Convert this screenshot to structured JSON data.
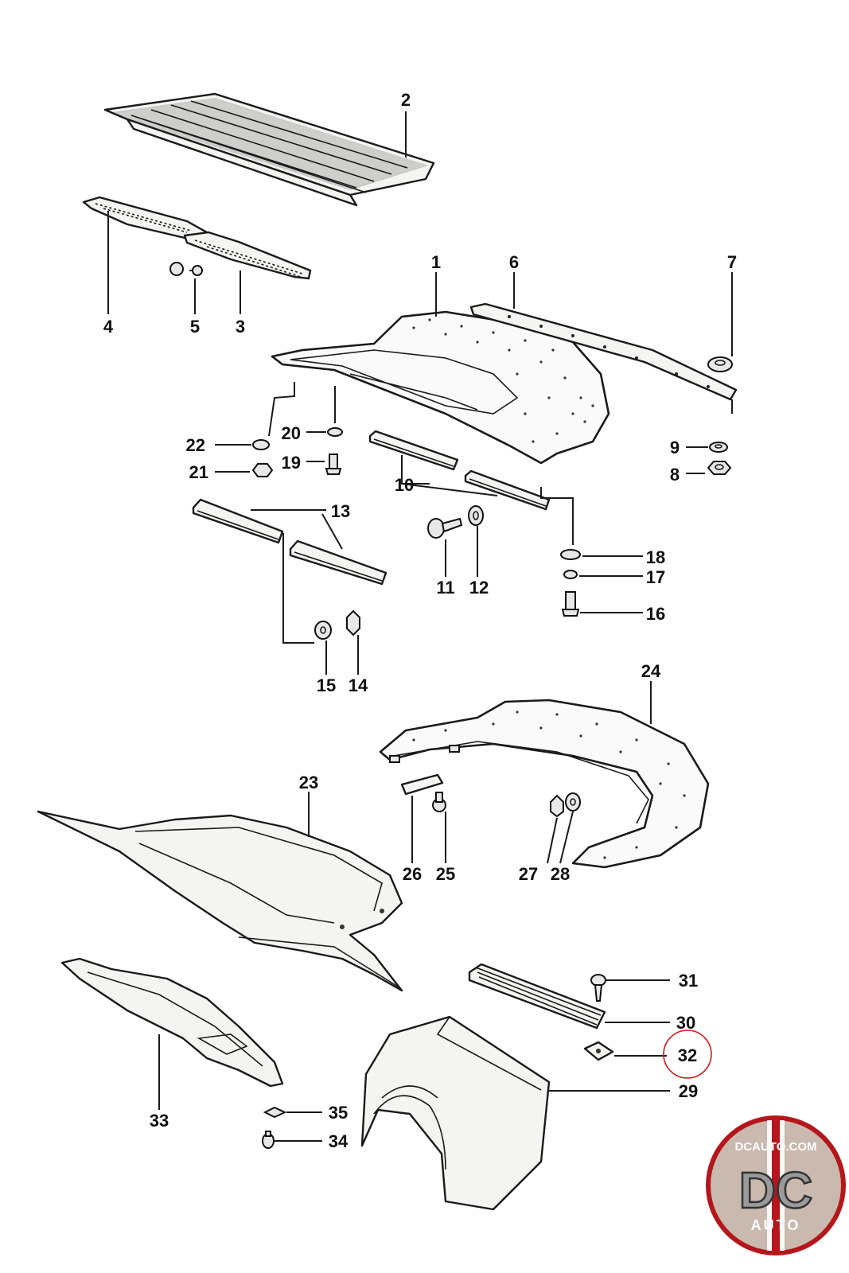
{
  "callouts": [
    "1",
    "2",
    "3",
    "4",
    "5",
    "6",
    "7",
    "8",
    "9",
    "10",
    "11",
    "12",
    "13",
    "14",
    "15",
    "16",
    "17",
    "18",
    "19",
    "20",
    "21",
    "22",
    "23",
    "24",
    "25",
    "26",
    "27",
    "28",
    "29",
    "30",
    "31",
    "32",
    "33",
    "34",
    "35"
  ],
  "highlighted_part": "32",
  "colors": {
    "highlight": "#d01818",
    "badge_red": "#b5161b",
    "badge_bg": "#c9b9ae"
  },
  "badge": {
    "domain": "DCAUTO.COM",
    "mark": "DC",
    "sub": "AUTO"
  }
}
